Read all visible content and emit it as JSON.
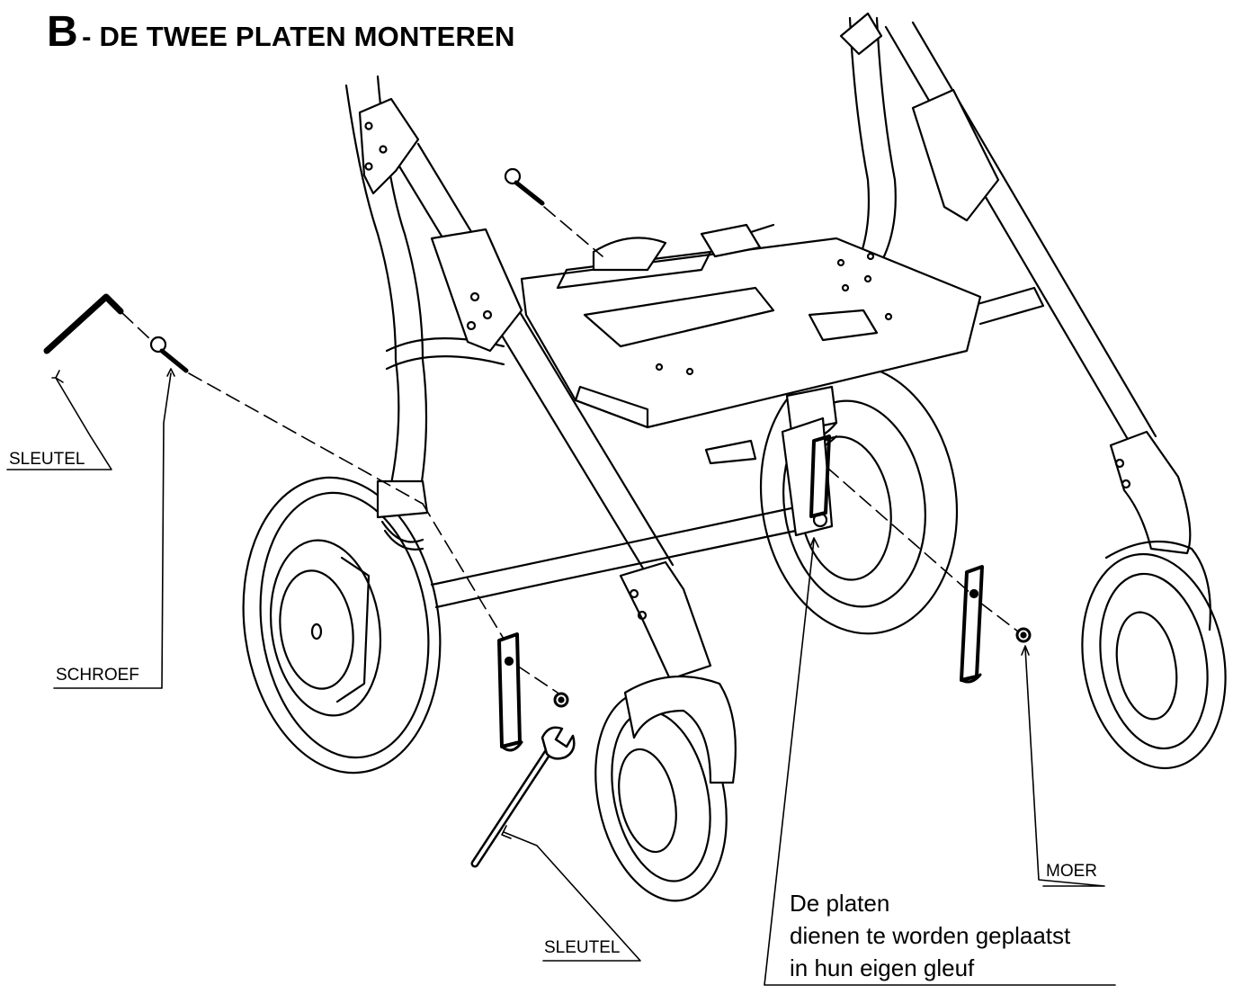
{
  "title": {
    "letter": "B",
    "text": "- DE TWEE PLATEN MONTEREN"
  },
  "labels": {
    "sleutel_top": "SLEUTEL",
    "schroef": "SCHROEF",
    "sleutel_bottom": "SLEUTEL",
    "moer": "MOER"
  },
  "note": {
    "line1": "De platen",
    "line2": "dienen te worden geplaatst",
    "line3": "in hun eigen gleuf"
  }
}
